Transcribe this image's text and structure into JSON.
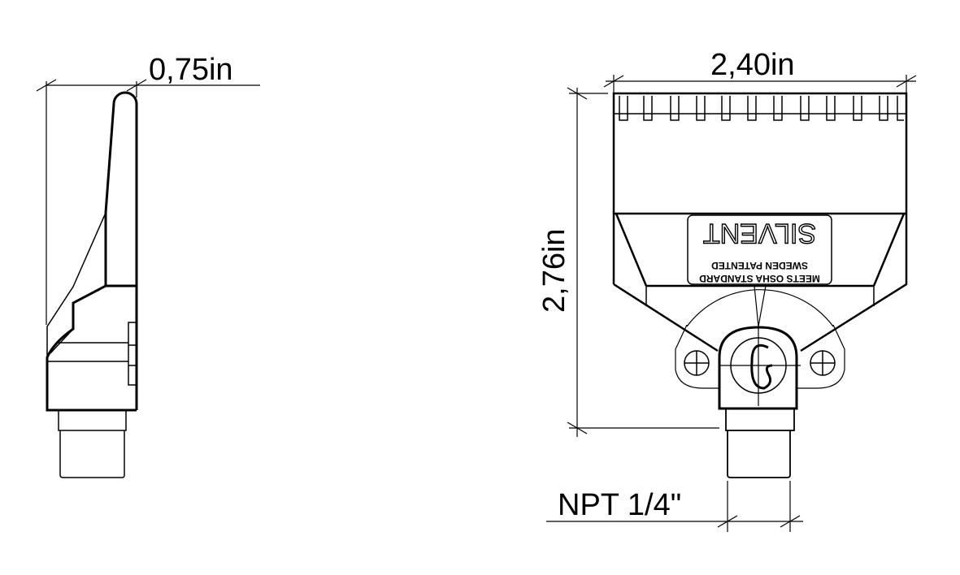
{
  "dimensions": {
    "depth": "0,75in",
    "width": "2,40in",
    "height": "2,76in",
    "thread": "NPT 1/4\""
  },
  "label_plate": {
    "brand": "SILVENT",
    "line1": "SWEDEN PATENTED",
    "line2": "MEETS OSHA STANDARD"
  },
  "colors": {
    "line": "#000000",
    "background": "#ffffff"
  }
}
